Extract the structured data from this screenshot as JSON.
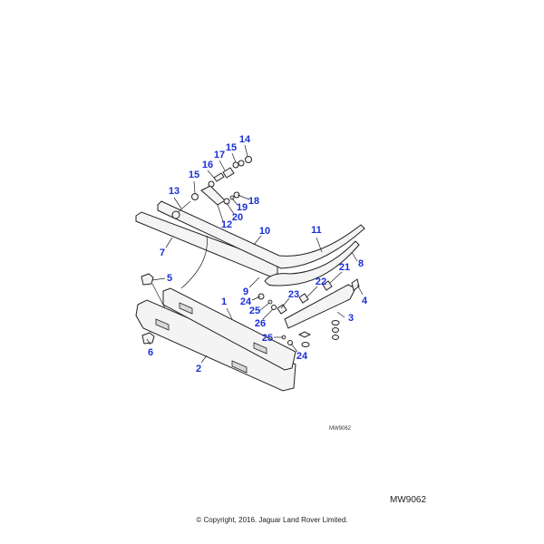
{
  "diagram": {
    "callouts": [
      "14",
      "15",
      "17",
      "16",
      "15",
      "13",
      "18",
      "19",
      "20",
      "12",
      "10",
      "11",
      "7",
      "8",
      "5",
      "21",
      "22",
      "9",
      "23",
      "1",
      "24",
      "4",
      "25",
      "3",
      "26",
      "25",
      "24",
      "6",
      "2"
    ],
    "callout_color": "#1a2fd6"
  },
  "reference_small": "MW9062",
  "reference_large": "MW9062",
  "copyright": "© Copyright, 2016. Jaguar Land Rover Limited."
}
